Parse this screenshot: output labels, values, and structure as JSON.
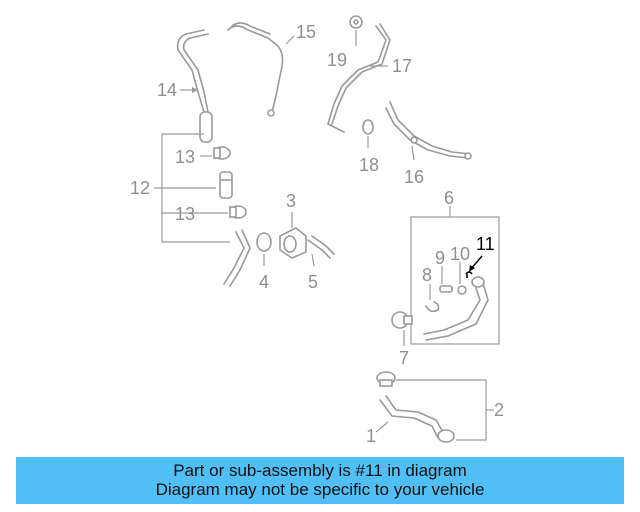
{
  "callouts": {
    "c1": "1",
    "c2": "2",
    "c3": "3",
    "c4": "4",
    "c5": "5",
    "c6": "6",
    "c7": "7",
    "c8": "8",
    "c9": "9",
    "c10": "10",
    "c11": "11",
    "c12": "12",
    "c13a": "13",
    "c13b": "13",
    "c14": "14",
    "c15": "15",
    "c16": "16",
    "c17": "17",
    "c18": "18",
    "c19": "19"
  },
  "banner": {
    "line1": "Part or sub-assembly is #11 in diagram",
    "line2": "Diagram may not be specific to your vehicle",
    "color": "#4fbff6"
  },
  "colors": {
    "part_line": "#9a9a9a",
    "callout": "#8f8f8f",
    "highlight": "#000000"
  }
}
